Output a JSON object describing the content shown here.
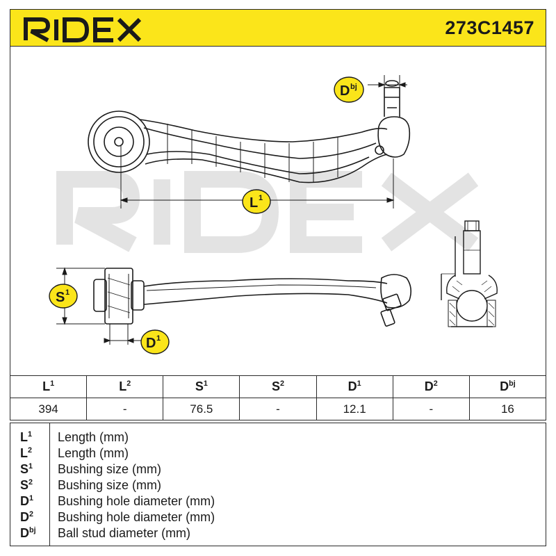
{
  "header": {
    "brand": "RIDEX",
    "part_number": "273C1457",
    "background": "#fbe51a"
  },
  "watermark": "RIDEX",
  "drawing": {
    "labels": {
      "dbj": {
        "main": "D",
        "sup": "bj"
      },
      "l1": {
        "main": "L",
        "sup": "1"
      },
      "s1": {
        "main": "S",
        "sup": "1"
      },
      "d1": {
        "main": "D",
        "sup": "1"
      }
    },
    "badge_color": "#fbe51a"
  },
  "table": {
    "headers": [
      {
        "main": "L",
        "sup": "1"
      },
      {
        "main": "L",
        "sup": "2"
      },
      {
        "main": "S",
        "sup": "1"
      },
      {
        "main": "S",
        "sup": "2"
      },
      {
        "main": "D",
        "sup": "1"
      },
      {
        "main": "D",
        "sup": "2"
      },
      {
        "main": "D",
        "sup": "bj"
      }
    ],
    "values": [
      "394",
      "-",
      "76.5",
      "-",
      "12.1",
      "-",
      "16"
    ]
  },
  "legend": [
    {
      "main": "L",
      "sup": "1",
      "desc": "Length (mm)"
    },
    {
      "main": "L",
      "sup": "2",
      "desc": "Length (mm)"
    },
    {
      "main": "S",
      "sup": "1",
      "desc": "Bushing size (mm)"
    },
    {
      "main": "S",
      "sup": "2",
      "desc": "Bushing size (mm)"
    },
    {
      "main": "D",
      "sup": "1",
      "desc": "Bushing hole diameter (mm)"
    },
    {
      "main": "D",
      "sup": "2",
      "desc": "Bushing hole diameter (mm)"
    },
    {
      "main": "D",
      "sup": "bj",
      "desc": "Ball stud diameter (mm)"
    }
  ]
}
